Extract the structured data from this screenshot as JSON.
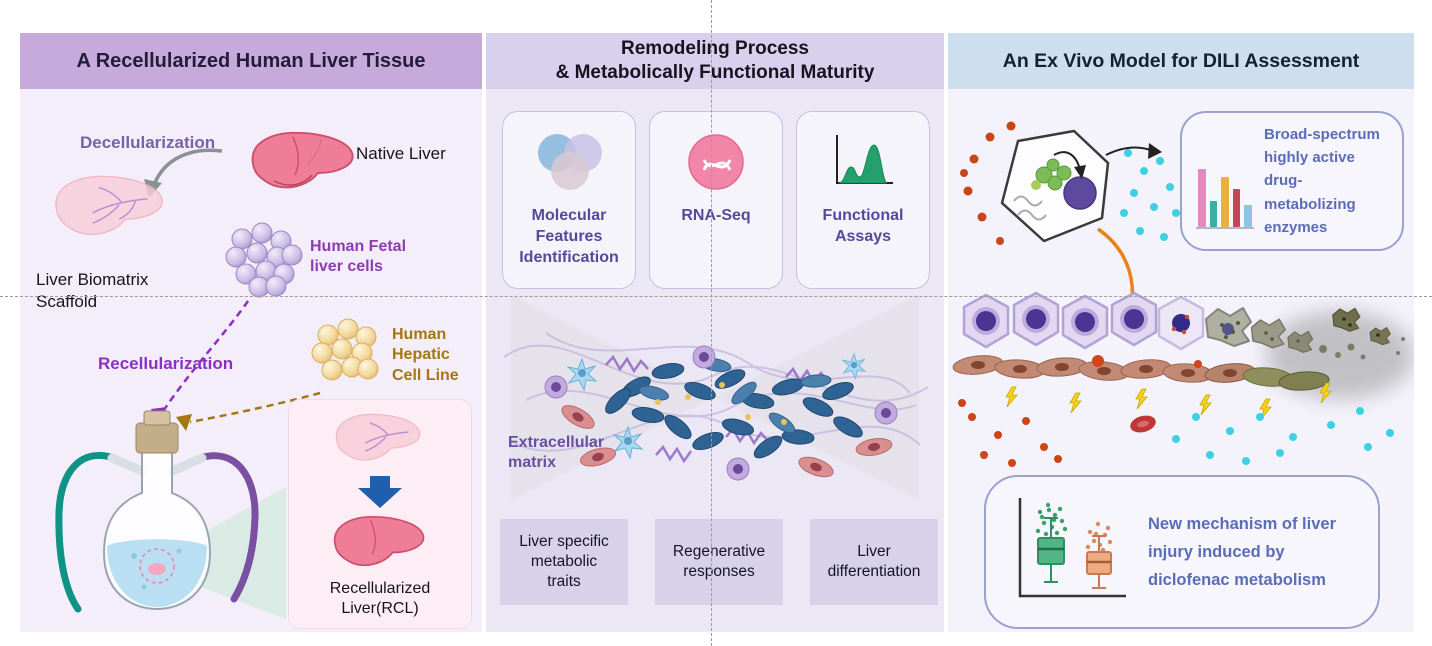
{
  "left_panel": {
    "title": "A Recellularized Human Liver Tissue",
    "decellularization_label": "Decellularization",
    "native_liver_label": "Native Liver",
    "biomatrix_label": "Liver Biomatrix\nScaffold",
    "fetal_cells_label": "Human Fetal\nliver cells",
    "hepatic_cells_label": "Human\nHepatic\nCell Line",
    "recellularization_label": "Recellularization",
    "rcl_label": "Recellularized\nLiver(RCL)"
  },
  "middle_panel": {
    "title_line1": "Remodeling Process",
    "title_line2": "& Metabolically Functional Maturity",
    "cards": [
      {
        "label": "Molecular\nFeatures\nIdentification",
        "icon": "venn-circles-icon"
      },
      {
        "label": "RNA-Seq",
        "icon": "rna-seq-icon"
      },
      {
        "label": "Functional\nAssays",
        "icon": "histogram-icon"
      }
    ],
    "ecm_label": "Extracellular\nmatrix",
    "outcome_boxes": [
      {
        "label": "Liver specific\nmetabolic\ntraits"
      },
      {
        "label": "Regenerative\nresponses"
      },
      {
        "label": "Liver\ndifferentiation"
      }
    ]
  },
  "right_panel": {
    "title": "An Ex Vivo Model for DILI Assessment",
    "enzymes_note": "Broad-spectrum\nhighly active\ndrug-metabolizing\nenzymes",
    "mechanism_note": "New mechanism of liver\ninjury induced by\ndiclofenac metabolism",
    "enzyme_bars": {
      "heights": [
        58,
        26,
        50,
        38,
        22
      ],
      "colors": [
        "#e28bbe",
        "#3bada4",
        "#e6b23c",
        "#bf4a55",
        "#8fc3e6"
      ]
    }
  },
  "colors": {
    "left_header_bg": "#c7aadc",
    "middle_header_bg": "#d7d1ed",
    "right_header_bg": "#cddeee",
    "purple_label": "#7a62a8",
    "recellularization_label": "#8d2fc4",
    "hepatic_label": "#a5770f",
    "note_text": "#5b6cb8",
    "callout_border": "#99a2cf"
  }
}
